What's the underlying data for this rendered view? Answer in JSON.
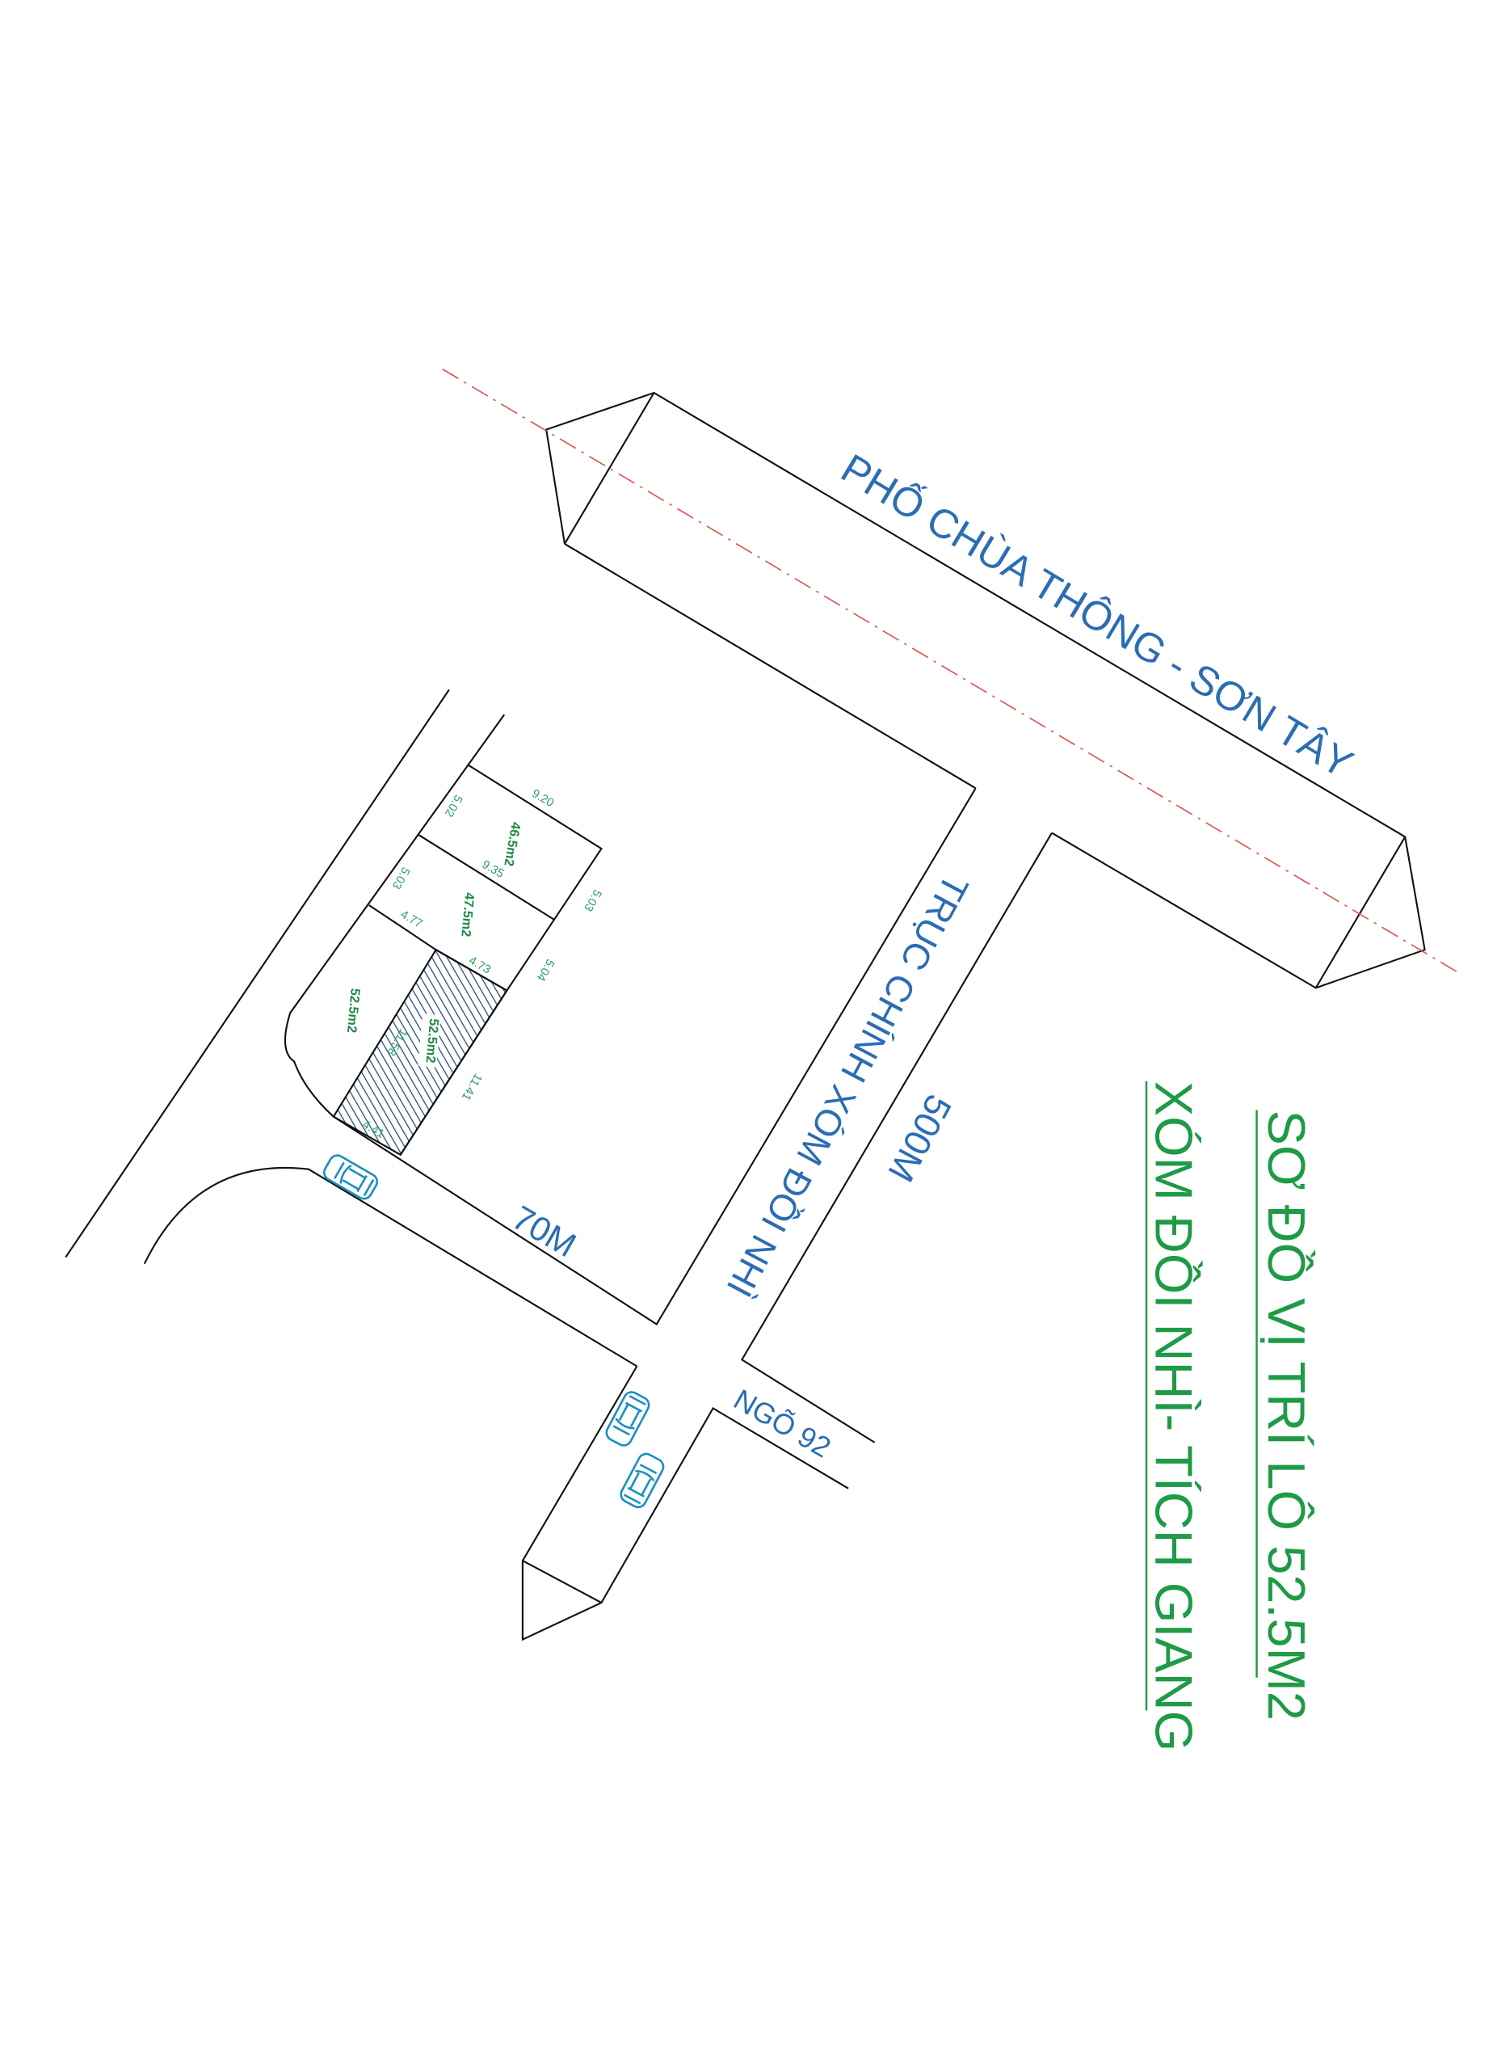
{
  "title": "SƠ ĐỒ VỊ TRÍ LÔ 52.5M2",
  "subtitle": "XÓM ĐỒI NHÌ- TÍCH GIANG",
  "roads": {
    "main": "PHỐ CHÙA THÔNG - SƠN TÂY",
    "trunk": "TRỤC CHÍNH XÓM ĐỒI NHÌ",
    "trunk_distance": "500M",
    "lane_distance": "70M",
    "alley": "NGÕ 92"
  },
  "lots": {
    "lot1_area": "46.5m2",
    "lot1_top": "9.20",
    "lot1_left": "5.02",
    "lot1_right": "5.03",
    "lot1_bottom": "9.35",
    "lot2_area": "47.5m2",
    "lot2_left": "5.03",
    "lot2_right": "5.04",
    "lot2_bottom_left": "4.77",
    "lot2_bottom_right": "4.73",
    "corner_area": "52.5m2",
    "target_area": "52.5m2",
    "target_left": "11.58",
    "target_right": "11.41",
    "target_front": "4.41"
  },
  "colors": {
    "road_text": "#2b6db3",
    "title": "#1f9a46",
    "dims": "#2aa062",
    "centerline": "#d9534f",
    "cars": "#1a8fc2",
    "hatch": "#2a4f7a"
  }
}
